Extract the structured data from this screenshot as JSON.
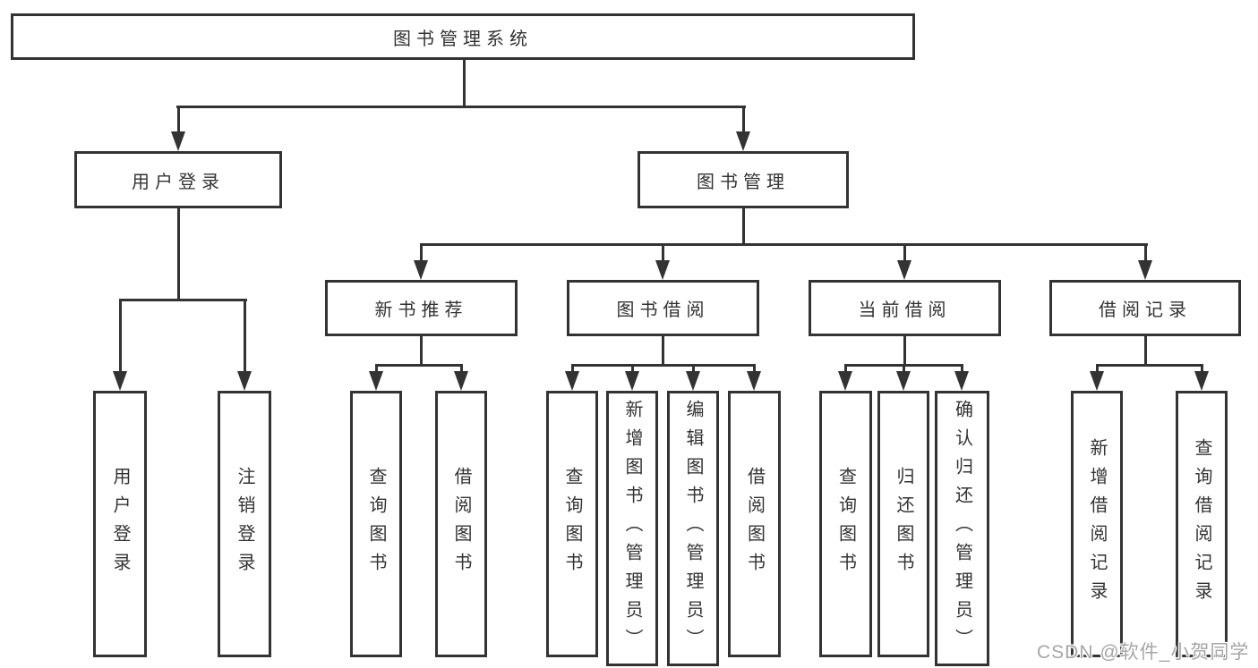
{
  "colors": {
    "line": "#333333",
    "text": "#333333",
    "background": "#ffffff",
    "watermark": "#a6a6a6"
  },
  "watermark": "CSDN @软件_小贺同学",
  "tree": {
    "root": {
      "label": "图书管理系统"
    },
    "groups": [
      {
        "label": "用户登录",
        "children": [
          {
            "label": "用户登录"
          },
          {
            "label": "注销登录"
          }
        ]
      },
      {
        "label": "图书管理",
        "children": [
          {
            "label": "新书推荐",
            "children": [
              {
                "label": "查询图书"
              },
              {
                "label": "借阅图书"
              }
            ]
          },
          {
            "label": "图书借阅",
            "children": [
              {
                "label": "查询图书"
              },
              {
                "label": "新增图书（管理员）"
              },
              {
                "label": "编辑图书（管理员）"
              },
              {
                "label": "借阅图书"
              }
            ]
          },
          {
            "label": "当前借阅",
            "children": [
              {
                "label": "查询图书"
              },
              {
                "label": "归还图书"
              },
              {
                "label": "确认归还（管理员）"
              }
            ]
          },
          {
            "label": "借阅记录",
            "children": [
              {
                "label": "新增借阅记录"
              },
              {
                "label": "查询借阅记录"
              }
            ]
          }
        ]
      }
    ]
  }
}
